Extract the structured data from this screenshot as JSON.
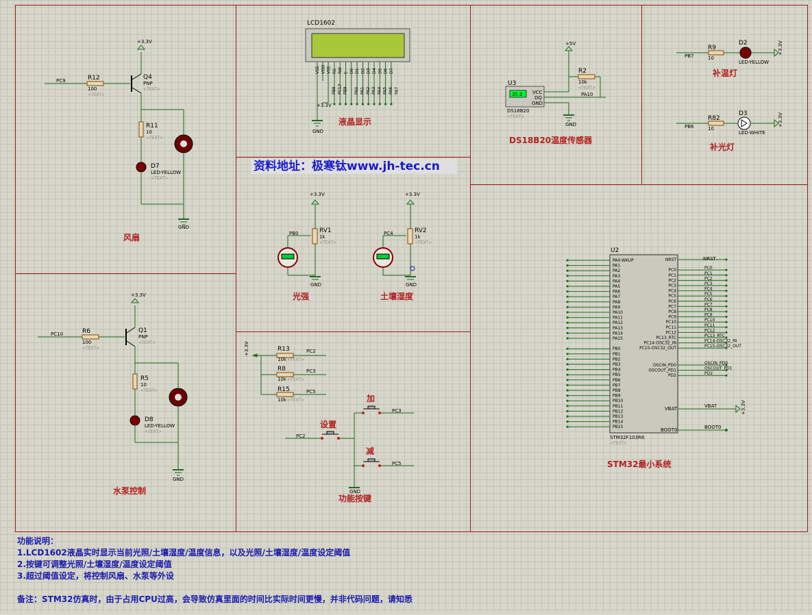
{
  "website": "资料地址：极寒钛www.jh-tec.cn",
  "section_labels": {
    "fan": "风扇",
    "lcd": "液晶显示",
    "sensor": "DS18B20温度传感器",
    "heat_lamp": "补温灯",
    "light_lamp": "补光灯",
    "light": "光强",
    "soil": "土壤湿度",
    "pump": "水泵控制",
    "keys": "功能按键",
    "mcu": "STM32最小系统"
  },
  "buttons": {
    "add": "加",
    "set": "设置",
    "sub": "减"
  },
  "components": {
    "lcd_name": "LCD1602",
    "r12": "R12",
    "r12_val": "100",
    "q4": "Q4",
    "q4_type": "PNP",
    "r11": "R11",
    "r11_val": "10",
    "d7": "D7",
    "d7_type": "LED-YELLOW",
    "r6": "R6",
    "r6_val": "100",
    "q1": "Q1",
    "q1_type": "PNP",
    "r5": "R5",
    "r5_val": "10",
    "d8": "D8",
    "d8_type": "LED-YELLOW",
    "u3": "U3",
    "u3_type": "DS18B20",
    "u3_value": "35.0",
    "r2": "R2",
    "r2_val": "10k",
    "r9": "R9",
    "r9_val": "10",
    "d2": "D2",
    "d2_type": "LED-YELLOW",
    "r82": "R82",
    "r82_val": "10",
    "d3": "D3",
    "d3_type": "LED-WHITE",
    "rv1": "RV1",
    "rv2": "RV2",
    "rv_val": "1k",
    "r13": "R13",
    "r8": "R8",
    "r15": "R15",
    "rk_val": "10k",
    "u2": "U2",
    "u2_type": "STM32F103R6",
    "text_placeholder": "<TEXT>"
  },
  "nets": {
    "vcc": "+3.3V",
    "v5": "+5V",
    "gnd": "GND",
    "pc9": "PC9",
    "pc10": "PC10",
    "pb7": "PB7",
    "pb6": "PB6",
    "pa10": "PA10",
    "pb0": "PB0",
    "pc4": "PC4",
    "pc2": "PC2",
    "pc3": "PC3",
    "pc5": "PC5",
    "nrst": "NRST",
    "vbat": "VBAT",
    "boot0": "BOOT0"
  },
  "lcd_pins": [
    "VSS",
    "VDD",
    "VEE",
    "RS",
    "RW",
    "E",
    "D0",
    "D1",
    "D2",
    "D3",
    "D4",
    "D5",
    "D6",
    "D7"
  ],
  "lcd_nets": [
    "PB8",
    "PC13",
    "PB9",
    "PA0",
    "PA1",
    "PA2",
    "PA3",
    "PA4",
    "PA5",
    "PA6",
    "PA7"
  ],
  "ds18b20_pins": [
    "VCC",
    "DQ",
    "GND"
  ],
  "mcu_left_pins": [
    "PA0-WKUP",
    "PA1",
    "PA2",
    "PA3",
    "PA4",
    "PA5",
    "PA6",
    "PA7",
    "PA8",
    "PA9",
    "PA10",
    "PA11",
    "PA12",
    "PA13",
    "PA14",
    "PA15",
    "",
    "PB0",
    "PB1",
    "PB2",
    "PB3",
    "PB4",
    "PB5",
    "PB6",
    "PB7",
    "PB8",
    "PB9",
    "PB10",
    "PB11",
    "PB12",
    "PB13",
    "PB14",
    "PB15"
  ],
  "mcu_right_pins": [
    "NRST",
    "",
    "PC0",
    "PC1",
    "PC2",
    "PC3",
    "PC4",
    "PC5",
    "PC6",
    "PC7",
    "PC8",
    "PC9",
    "PC10",
    "PC11",
    "PC12",
    "PC13_RTC",
    "PC14-OSC32_IN",
    "PC15-OSC32_OUT",
    "",
    "",
    "OSCIN_PD0",
    "OSCOUT_PD1",
    "PD2"
  ],
  "mcu_extra_pins": [
    "VBAT",
    "BOOT0"
  ],
  "notes": [
    "功能说明：",
    "1.LCD1602液晶实时显示当前光照/土壤湿度/温度信息，以及光照/土壤湿度/温度设定阈值",
    "2.按键可调整光照/土壤湿度/温度设定阈值",
    "3.超过阈值设定，将控制风扇、水泵等外设",
    "备注：STM32仿真时，由于占用CPU过高，会导致仿真里面的时间比实际时间更慢，并非代码问题，请知悉"
  ],
  "colors": {
    "wire": "#1f6b1f",
    "border": "#9a1a1a",
    "label": "#b22222",
    "note": "#1a1ab0",
    "lcd_screen": "#a8c83a"
  }
}
